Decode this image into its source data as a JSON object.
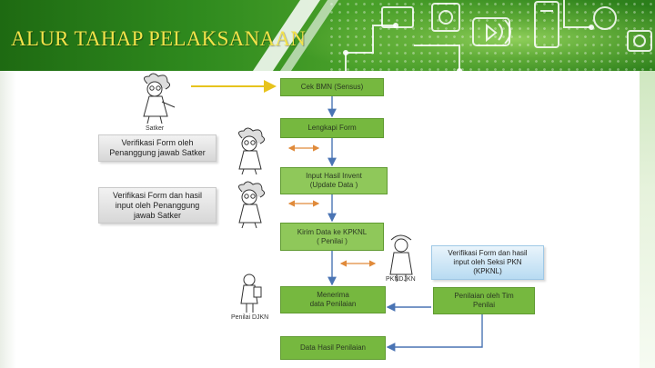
{
  "title": "ALUR TAHAP PELAKSANAAN",
  "colors": {
    "header_green": "#2f8a1e",
    "title_yellow": "#f3e24a",
    "box_green": "#76b83f",
    "arrow_blue": "#4a74b4",
    "arrow_yellow": "#e7c31d",
    "arrow_orange": "#e08a3a"
  },
  "steps": {
    "cek_bmn": "Cek BMN (Sensus)",
    "lengkapi_form": "Lengkapi Form",
    "input_hasil_line1": "Input Hasil Invent",
    "input_hasil_line2": "(Update Data )",
    "kirim_data_line1": "Kirim Data ke KPKNL",
    "kirim_data_line2": "( Penilai )",
    "menerima_line1": "Menerima",
    "menerima_line2": "data Penilaian",
    "penilaian_tim_line1": "Penilaian oleh Tim",
    "penilaian_tim_line2": "Penilai",
    "data_hasil": "Data Hasil Penilaian"
  },
  "notes": {
    "verif_satker_line1": "Verifikasi Form oleh",
    "verif_satker_line2": "Penanggung jawab Satker",
    "verif_input_line1": "Verifikasi Form dan hasil",
    "verif_input_line2": "input oleh Penanggung",
    "verif_input_line3": "jawab Satker",
    "verif_pkn_line1": "Verifikasi Form dan hasil",
    "verif_pkn_line2": "input oleh Seksi PKN",
    "verif_pkn_line3": "(KPKNL)"
  },
  "actors": {
    "satker": "Satker",
    "pkn_djkn": "PKNDJKN",
    "penilai_djkn": "Penilai DJKN"
  },
  "icons": [
    "professor-figure-icon",
    "nurse-figure-icon",
    "clipboard-figure-icon"
  ]
}
